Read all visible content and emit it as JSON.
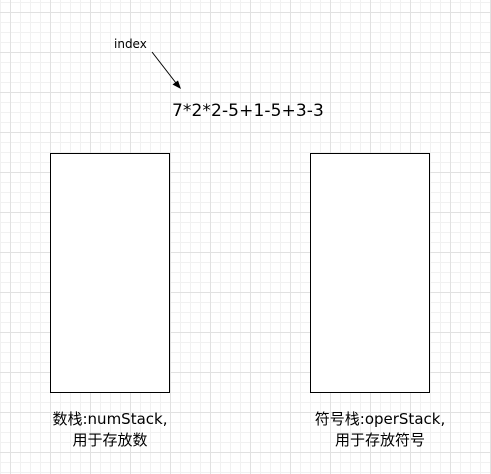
{
  "pointer": {
    "label": "index"
  },
  "expression": "7*2*2-5+1-5+3-3",
  "stacks": [
    {
      "line1": "数栈:numStack,",
      "line2": "用于存放数"
    },
    {
      "line1": "符号栈:operStack,",
      "line2": "用于存放符号"
    }
  ]
}
